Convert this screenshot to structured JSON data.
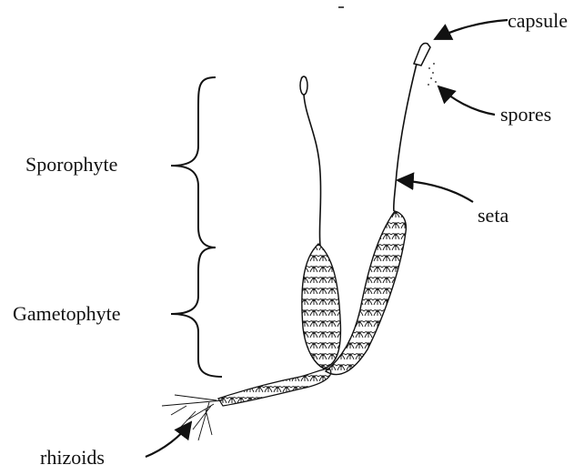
{
  "labels": {
    "capsule": "capsule",
    "spores": "spores",
    "seta": "seta",
    "sporophyte": "Sporophyte",
    "gametophyte": "Gametophyte",
    "rhizoids": "rhizoids"
  },
  "colors": {
    "ink": "#111111",
    "background": "#ffffff"
  }
}
